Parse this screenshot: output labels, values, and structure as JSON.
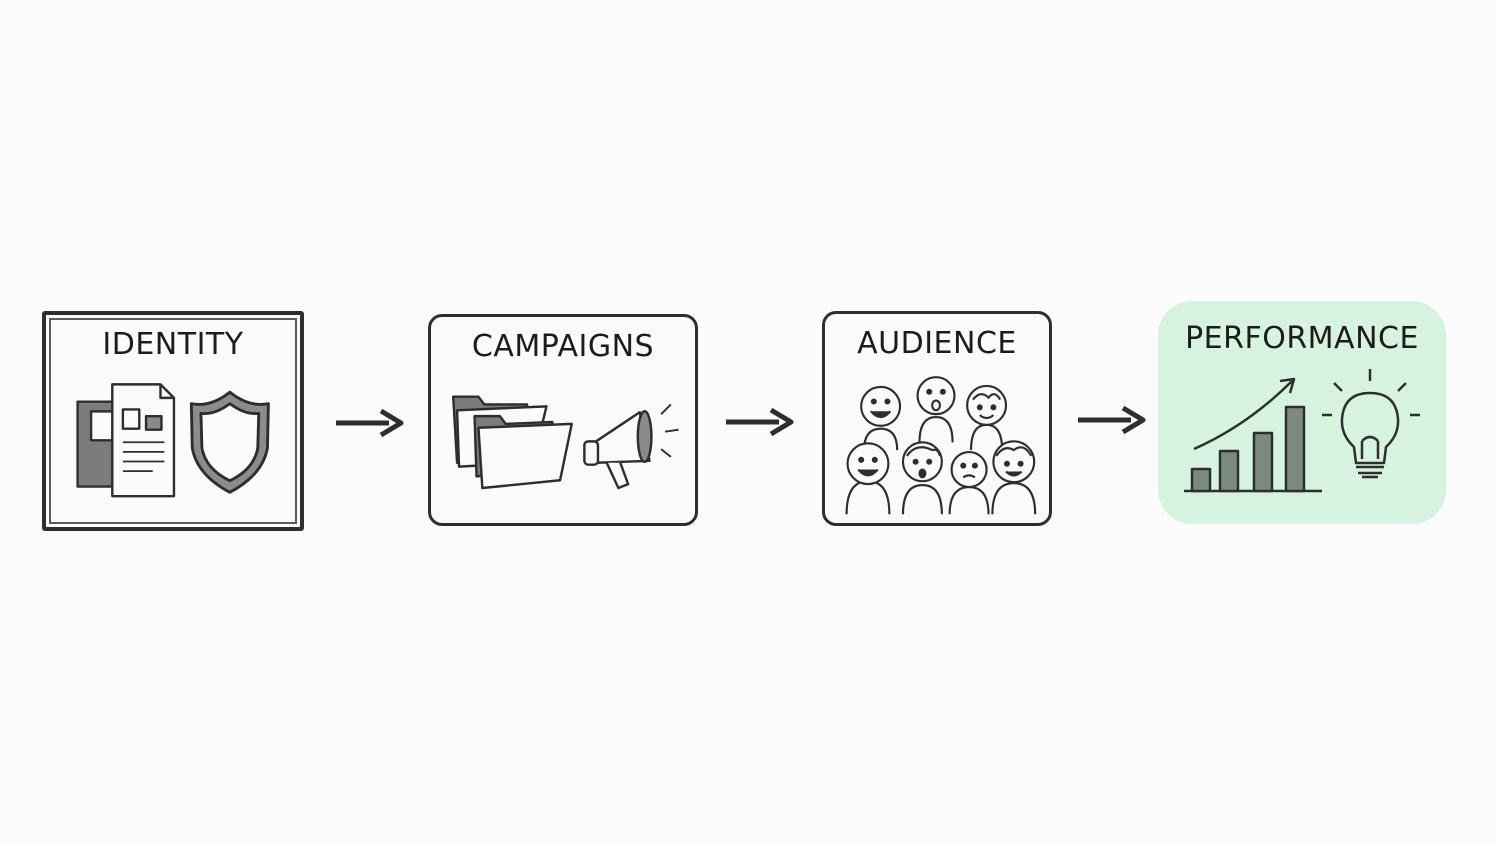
{
  "stages": [
    {
      "label": "IDENTITY",
      "icons": [
        "documents-icon",
        "shield-icon"
      ]
    },
    {
      "label": "CAMPAIGNS",
      "icons": [
        "folders-icon",
        "megaphone-icon"
      ]
    },
    {
      "label": "AUDIENCE",
      "icons": [
        "people-group-icon"
      ]
    },
    {
      "label": "PERFORMANCE",
      "icons": [
        "bar-chart-icon",
        "lightbulb-icon"
      ]
    }
  ],
  "colors": {
    "ink": "#2e2e2e",
    "highlight": "#d5f3df",
    "background": "#fbfbfb"
  }
}
